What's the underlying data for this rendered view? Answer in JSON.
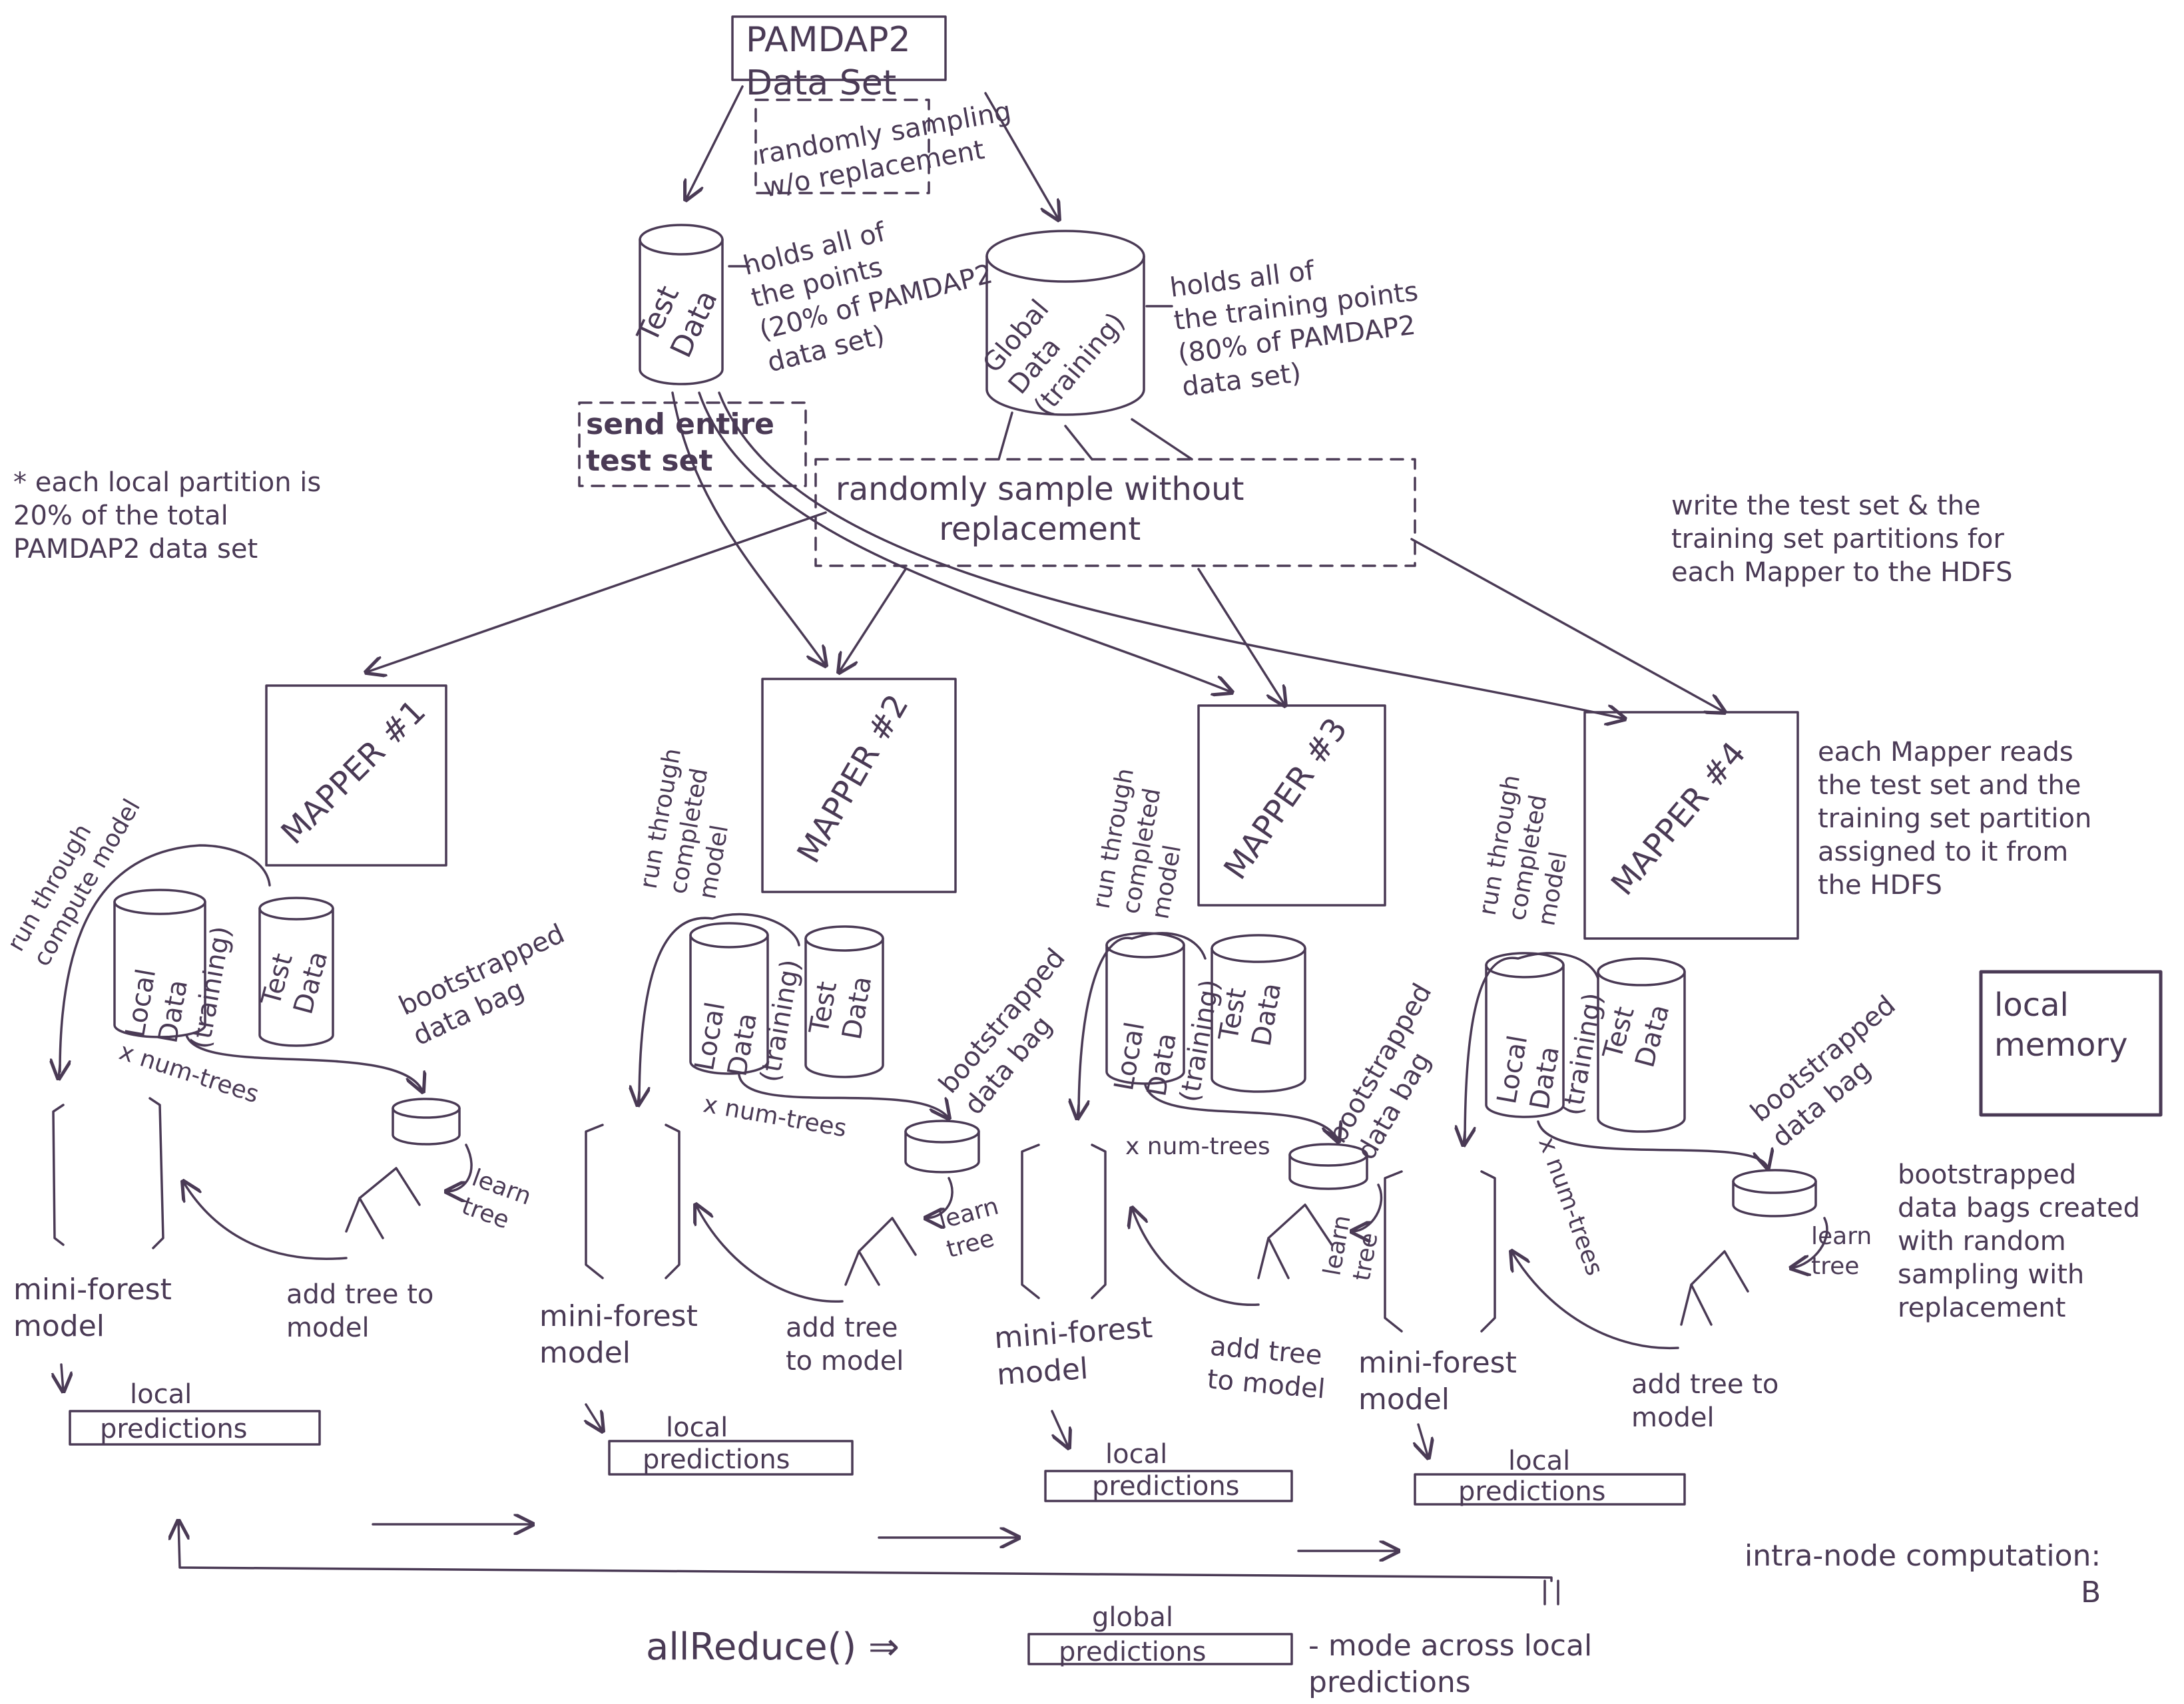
{
  "top": {
    "title": "PAMDAP2\nData Set"
  },
  "split_note": "randomly sampling\nw/o replacement",
  "test_store": {
    "label": "Test\nData",
    "note": "holds all of\nthe points\n(20% of PAMDAP2\ndata set)"
  },
  "global_store": {
    "label": "Global\nData\n(training)",
    "note": "holds all of\nthe training points\n(80% of PAMDAP2\ndata set)"
  },
  "send_box": "send entire\ntest set",
  "sample_box": "randomly sample without\nreplacement",
  "partition_note": "* each local partition is\n20% of the total\nPAMDAP2 data set",
  "hdfs_write_note": "write the test set & the\ntraining set partitions for\neach Mapper to the HDFS",
  "mapper_read_note": "each Mapper reads\nthe test set and the\ntraining set partition\nassigned to it from\nthe HDFS",
  "legend": {
    "box": "local\nmemory",
    "bag_note": "bootstrapped\ndata bags created\nwith random\nsampling with\nreplacement"
  },
  "mappers": [
    {
      "title": "MAPPER #1",
      "local_data": "Local\nData\n(training)",
      "test_data": "Test\nData",
      "run_note": "run through\ncompute model",
      "bag": "bootstrapped\ndata bag",
      "num_trees": "x num-trees",
      "learn": "learn\ntree",
      "add": "add tree to\nmodel",
      "forest": "mini-forest\nmodel",
      "preds_label": "local",
      "preds_box": "predictions"
    },
    {
      "title": "MAPPER #2",
      "local_data": "Local\nData\n(training)",
      "test_data": "Test\nData",
      "run_note": "run through\ncompleted\nmodel",
      "bag": "bootstrapped\ndata bag",
      "num_trees": "x num-trees",
      "learn": "learn\ntree",
      "add": "add tree\nto model",
      "forest": "mini-forest\nmodel",
      "preds_label": "local",
      "preds_box": "predictions"
    },
    {
      "title": "MAPPER #3",
      "local_data": "Local\nData\n(training)",
      "test_data": "Test\nData",
      "run_note": "run through\ncompleted\nmodel",
      "bag": "bootstrapped\ndata bag",
      "num_trees": "x num-trees",
      "learn": "learn\ntree",
      "add": "add tree\nto model",
      "forest": "mini-forest\nmodel",
      "preds_label": "local",
      "preds_box": "predictions"
    },
    {
      "title": "MAPPER #4",
      "local_data": "Local\nData\n(training)",
      "test_data": "Test\nData",
      "run_note": "run through\ncompleted\nmodel",
      "bag": "bootstrapped\ndata bag",
      "num_trees": "x num-trees",
      "learn": "learn\ntree",
      "add": "add tree to\nmodel",
      "forest": "mini-forest\nmodel",
      "preds_label": "local",
      "preds_box": "predictions"
    }
  ],
  "bottom": {
    "allreduce": "allReduce() ⇒",
    "global_label": "global",
    "global_box": "predictions",
    "mode_note": "- mode across local\npredictions",
    "intra": "intra-node computation:\nB"
  },
  "colors": {
    "ink": "#4a3a55"
  }
}
